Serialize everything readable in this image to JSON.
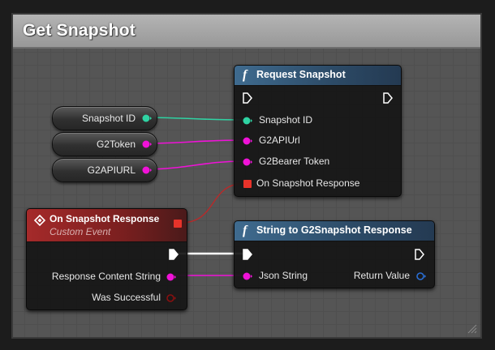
{
  "comment": {
    "title": "Get Snapshot"
  },
  "variables": [
    {
      "label": "Snapshot ID",
      "pin_color": "#2fd3a3"
    },
    {
      "label": "G2Token",
      "pin_color": "#f012d8"
    },
    {
      "label": "G2APIURL",
      "pin_color": "#f012d8"
    }
  ],
  "request_snapshot": {
    "title": "Request Snapshot",
    "icon": "function-icon",
    "inputs": [
      "Snapshot ID",
      "G2APIUrl",
      "G2Bearer Token",
      "On Snapshot Response"
    ]
  },
  "custom_event": {
    "title": "On Snapshot Response",
    "subtitle": "Custom Event",
    "outputs": [
      "Response Content String",
      "Was Successful"
    ]
  },
  "string_to_snapshot": {
    "title": "String to G2Snapshot Response",
    "icon": "function-icon",
    "input": "Json String",
    "output": "Return Value"
  },
  "colors": {
    "string_pin": "#f012d8",
    "snapshot_id_pin": "#2fd3a3",
    "delegate_pin": "#e8332a",
    "struct_pin": "#2a6fd6",
    "bool_pin": "#8a1010",
    "exec_wire": "#ffffff"
  }
}
